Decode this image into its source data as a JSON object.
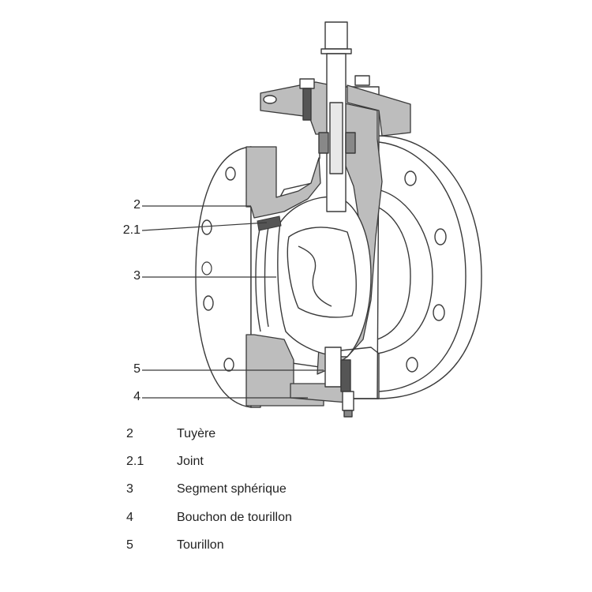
{
  "callouts": [
    {
      "id": "2",
      "label": "2"
    },
    {
      "id": "2.1",
      "label": "2.1"
    },
    {
      "id": "3",
      "label": "3"
    },
    {
      "id": "5",
      "label": "5"
    },
    {
      "id": "4",
      "label": "4"
    }
  ],
  "legend": [
    {
      "number": "2",
      "text": "Tuyère"
    },
    {
      "number": "2.1",
      "text": "Joint"
    },
    {
      "number": "3",
      "text": "Segment sphérique"
    },
    {
      "number": "4",
      "text": "Bouchon de tourillon"
    },
    {
      "number": "5",
      "text": "Tourillon"
    }
  ],
  "colors": {
    "line": "#3a3a3a",
    "section": "#bdbdbd",
    "body": "#ffffff",
    "dark": "#555555"
  }
}
